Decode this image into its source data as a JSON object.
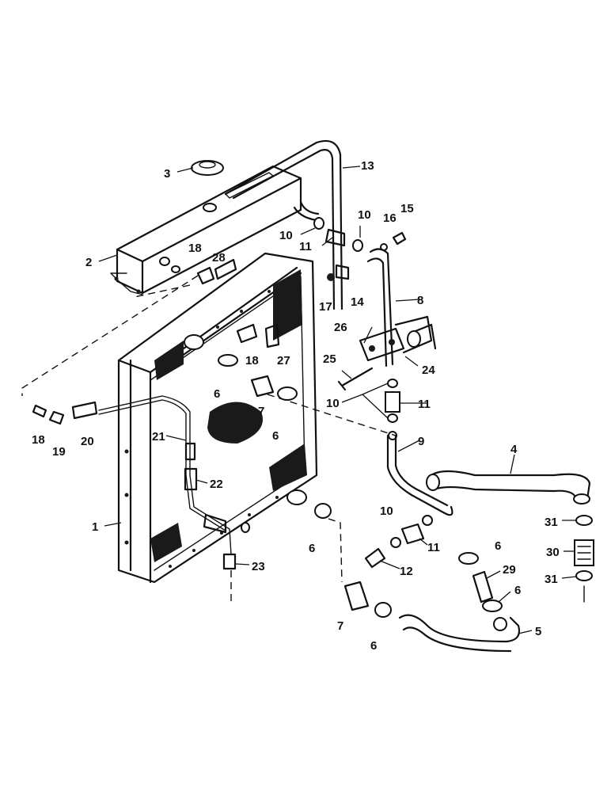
{
  "labels": {
    "l1": "1",
    "l2": "2",
    "l3": "3",
    "l4": "4",
    "l5": "5",
    "l6a": "6",
    "l6b": "6",
    "l6c": "6",
    "l6d": "6",
    "l6e": "6",
    "l6f": "6",
    "l7a": "7",
    "l7b": "7",
    "l8": "8",
    "l9": "9",
    "l10a": "10",
    "l10b": "10",
    "l10c": "10",
    "l10d": "10",
    "l11a": "11",
    "l11b": "11",
    "l11c": "11",
    "l12": "12",
    "l13": "13",
    "l14": "14",
    "l15": "15",
    "l16": "16",
    "l17": "17",
    "l18a": "18",
    "l18b": "18",
    "l18c": "18",
    "l19": "19",
    "l20": "20",
    "l21": "21",
    "l22": "22",
    "l23": "23",
    "l24": "24",
    "l25": "25",
    "l26": "26",
    "l27": "27",
    "l28": "28",
    "l29": "29",
    "l30": "30",
    "l31a": "31",
    "l31b": "31"
  }
}
